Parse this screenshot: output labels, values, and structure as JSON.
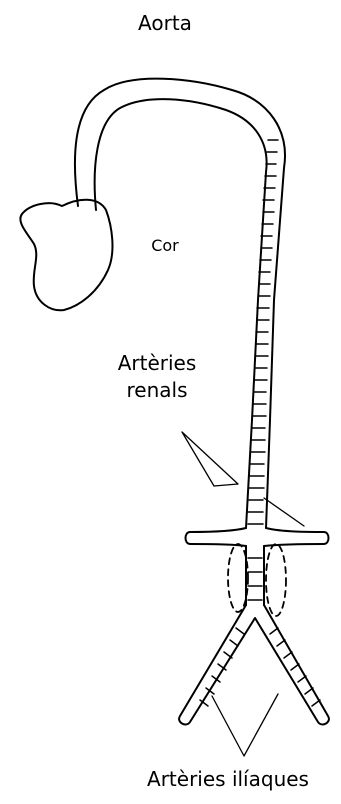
{
  "labels": {
    "aorta": "Aorta",
    "cor": "Cor",
    "renals_line1": "Artèries",
    "renals_line2": "renals",
    "iliaques": "Artèries ilíaques"
  },
  "style": {
    "ink_color": "#000000",
    "background": "#ffffff"
  }
}
